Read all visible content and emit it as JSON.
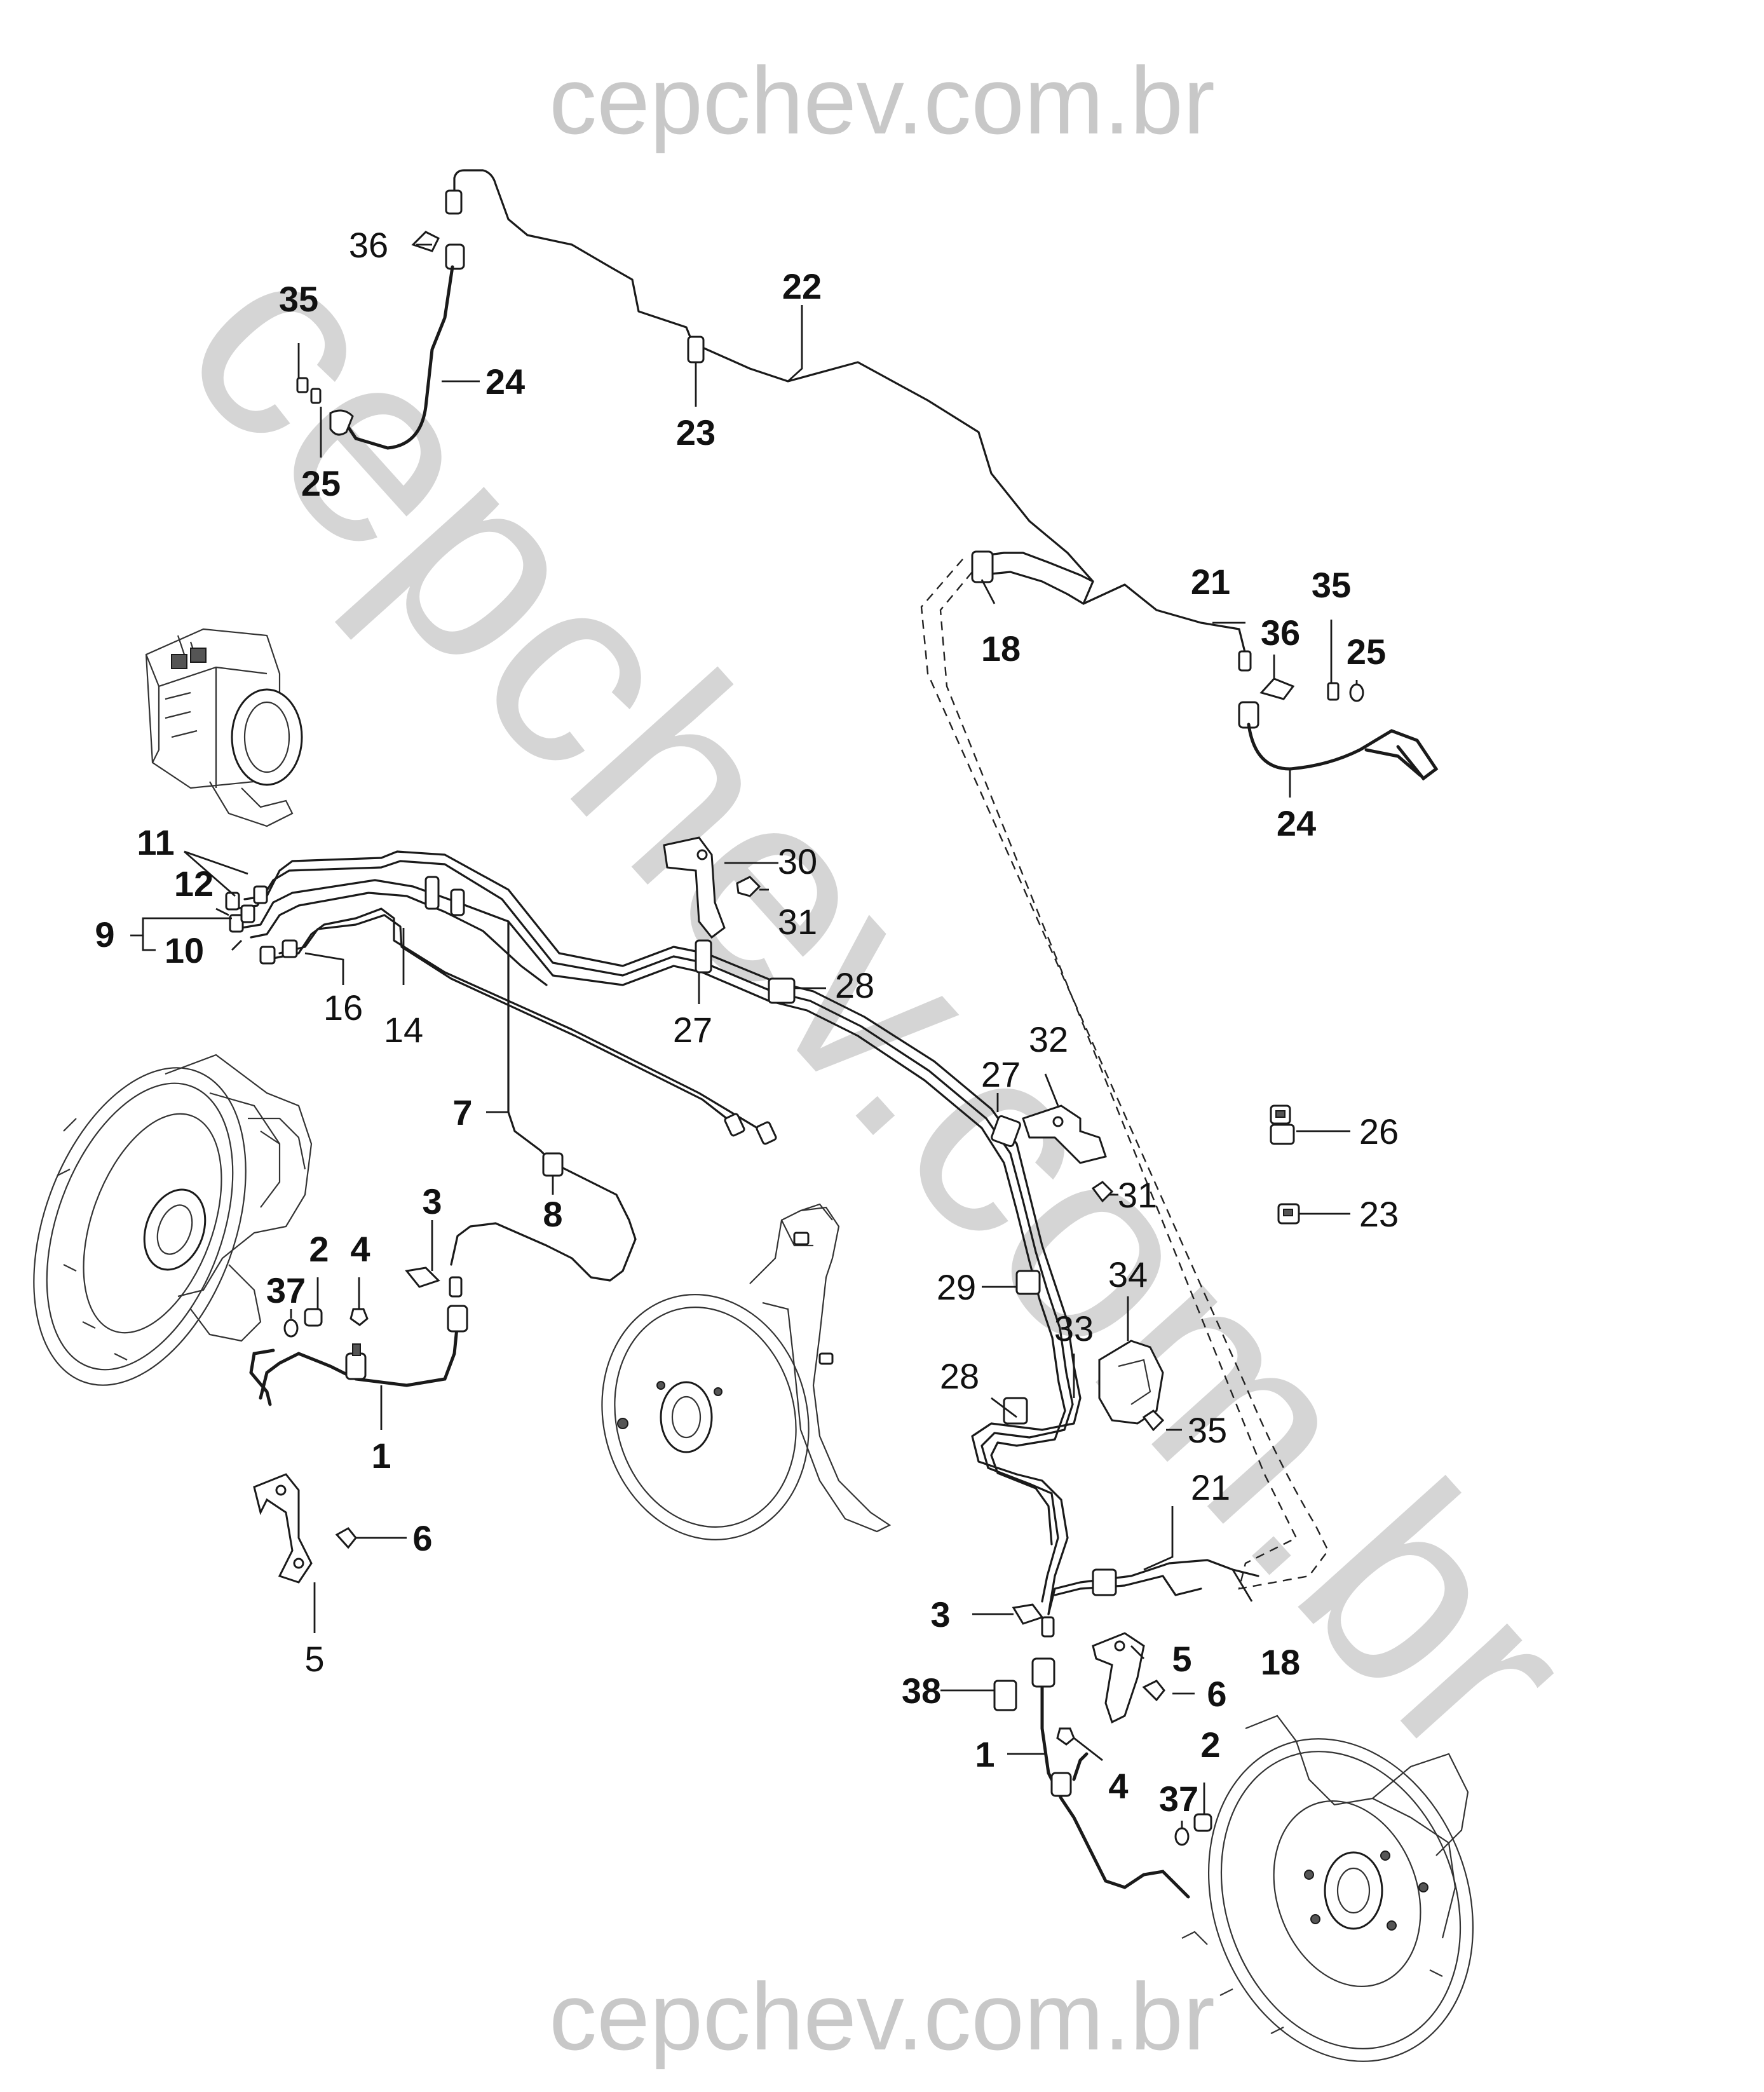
{
  "watermark": {
    "top": "cepchev.com.br",
    "bottom": "cepchev.com.br",
    "diagonal": "cepchev.com.br"
  },
  "callouts": [
    {
      "id": "c22",
      "text": "22",
      "bold": true
    },
    {
      "id": "c36a",
      "text": "36",
      "bold": false
    },
    {
      "id": "c35a",
      "text": "35",
      "bold": true
    },
    {
      "id": "c24a",
      "text": "24",
      "bold": true
    },
    {
      "id": "c23a",
      "text": "23",
      "bold": true
    },
    {
      "id": "c25a",
      "text": "25",
      "bold": true
    },
    {
      "id": "c21a",
      "text": "21",
      "bold": true
    },
    {
      "id": "c35b",
      "text": "35",
      "bold": true
    },
    {
      "id": "c18a",
      "text": "18",
      "bold": true
    },
    {
      "id": "c36b",
      "text": "36",
      "bold": true
    },
    {
      "id": "c25b",
      "text": "25",
      "bold": true
    },
    {
      "id": "c24b",
      "text": "24",
      "bold": true
    },
    {
      "id": "c11",
      "text": "11",
      "bold": true
    },
    {
      "id": "c12",
      "text": "12",
      "bold": true
    },
    {
      "id": "c9",
      "text": "9",
      "bold": true
    },
    {
      "id": "c10",
      "text": "10",
      "bold": true
    },
    {
      "id": "c16",
      "text": "16",
      "bold": false
    },
    {
      "id": "c14",
      "text": "14",
      "bold": false
    },
    {
      "id": "c30",
      "text": "30",
      "bold": false
    },
    {
      "id": "c31a",
      "text": "31",
      "bold": false
    },
    {
      "id": "c28a",
      "text": "28",
      "bold": false
    },
    {
      "id": "c27a",
      "text": "27",
      "bold": false
    },
    {
      "id": "c32",
      "text": "32",
      "bold": false
    },
    {
      "id": "c27b",
      "text": "27",
      "bold": false
    },
    {
      "id": "c31b",
      "text": "31",
      "bold": false
    },
    {
      "id": "c26",
      "text": "26",
      "bold": false
    },
    {
      "id": "c23b",
      "text": "23",
      "bold": false
    },
    {
      "id": "c7",
      "text": "7",
      "bold": true
    },
    {
      "id": "c8",
      "text": "8",
      "bold": true
    },
    {
      "id": "c3a",
      "text": "3",
      "bold": true
    },
    {
      "id": "c2a",
      "text": "2",
      "bold": true
    },
    {
      "id": "c4a",
      "text": "4",
      "bold": true
    },
    {
      "id": "c37a",
      "text": "37",
      "bold": true
    },
    {
      "id": "c1a",
      "text": "1",
      "bold": true
    },
    {
      "id": "c6a",
      "text": "6",
      "bold": true
    },
    {
      "id": "c5a",
      "text": "5",
      "bold": false
    },
    {
      "id": "c29",
      "text": "29",
      "bold": false
    },
    {
      "id": "c34",
      "text": "34",
      "bold": false
    },
    {
      "id": "c33",
      "text": "33",
      "bold": false
    },
    {
      "id": "c28b",
      "text": "28",
      "bold": false
    },
    {
      "id": "c35c",
      "text": "35",
      "bold": false
    },
    {
      "id": "c21b",
      "text": "21",
      "bold": false
    },
    {
      "id": "c3b",
      "text": "3",
      "bold": true
    },
    {
      "id": "c5b",
      "text": "5",
      "bold": true
    },
    {
      "id": "c18b",
      "text": "18",
      "bold": true
    },
    {
      "id": "c38",
      "text": "38",
      "bold": true
    },
    {
      "id": "c6b",
      "text": "6",
      "bold": true
    },
    {
      "id": "c1b",
      "text": "1",
      "bold": true
    },
    {
      "id": "c4b",
      "text": "4",
      "bold": true
    },
    {
      "id": "c2b",
      "text": "2",
      "bold": true
    },
    {
      "id": "c37b",
      "text": "37",
      "bold": true
    }
  ]
}
